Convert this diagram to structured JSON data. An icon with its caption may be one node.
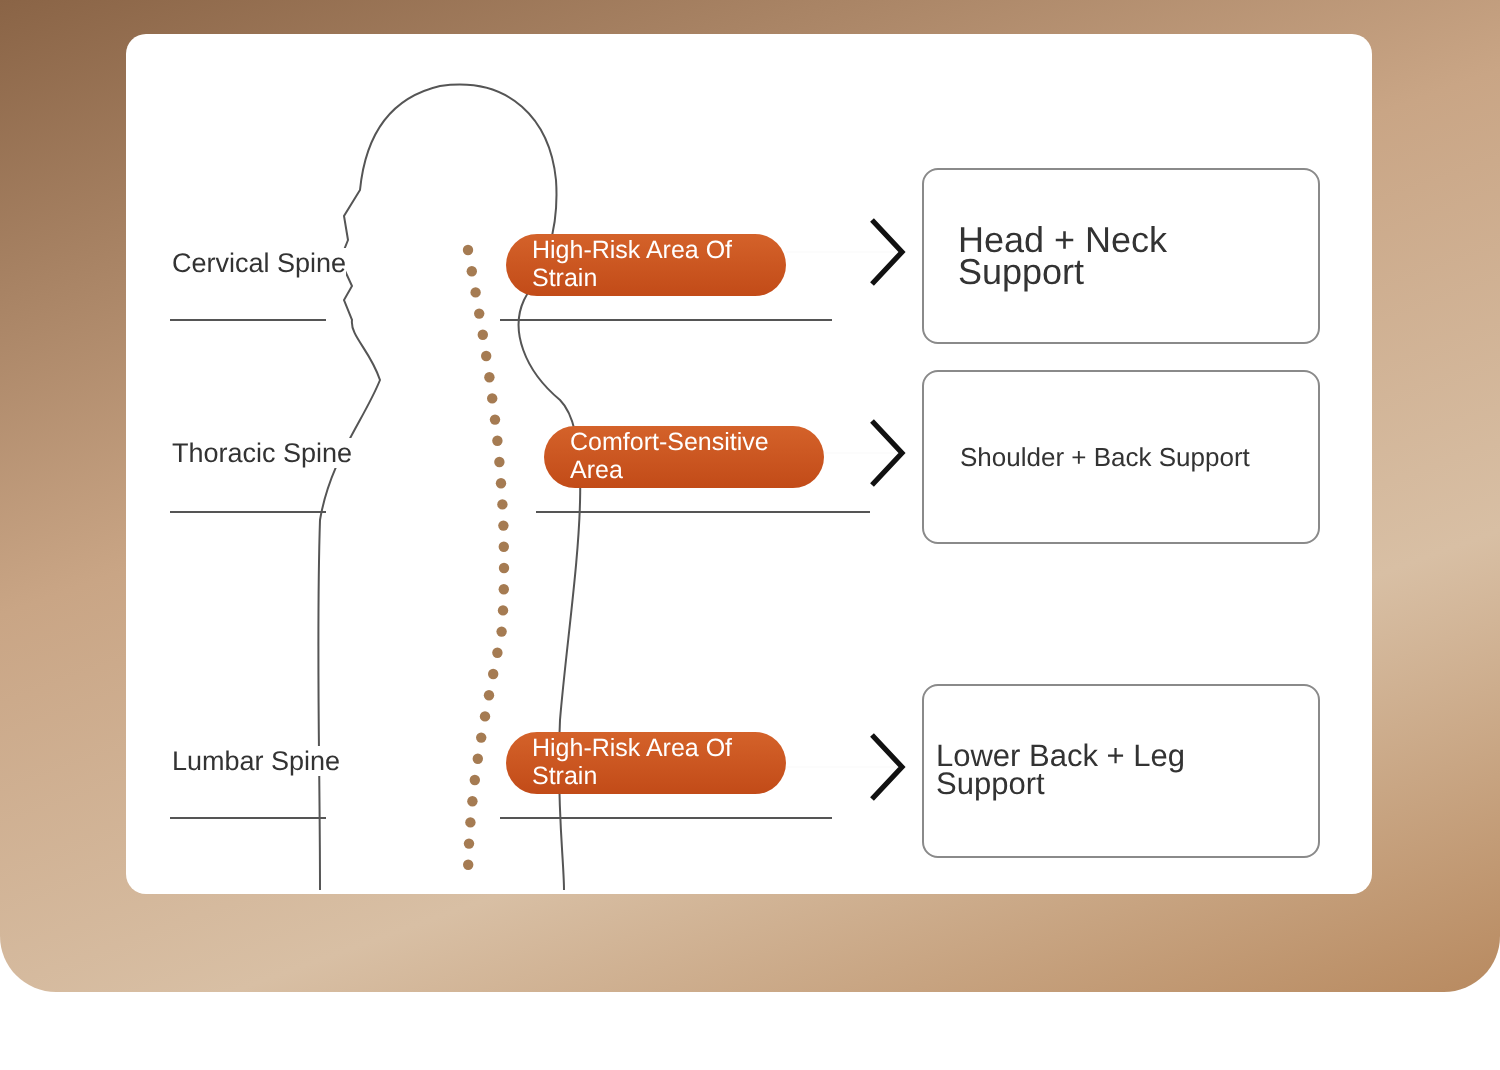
{
  "diagram": {
    "nodes": [
      {
        "text": [
          "High-Risk Area Of Strain"
        ]
      },
      {
        "text": [
          "Head + Neck Support"
        ]
      },
      {
        "text": [
          "Comfort-Sensitive Area"
        ]
      },
      {
        "text": [
          "Shoulder + Back Support"
        ]
      },
      {
        "text": [
          "High-Risk Area Of Strain"
        ]
      },
      {
        "text": [
          "Lower Back + Leg Support"
        ]
      }
    ],
    "edges": [
      {
        "from": 0,
        "to": 1,
        "arrow": "to"
      },
      {
        "from": 2,
        "to": 3,
        "arrow": "to"
      },
      {
        "from": 4,
        "to": 5,
        "arrow": "to"
      }
    ],
    "labels": [
      "Cervical Spine",
      "Thoracic Spine",
      "Lumbar Spine"
    ]
  }
}
